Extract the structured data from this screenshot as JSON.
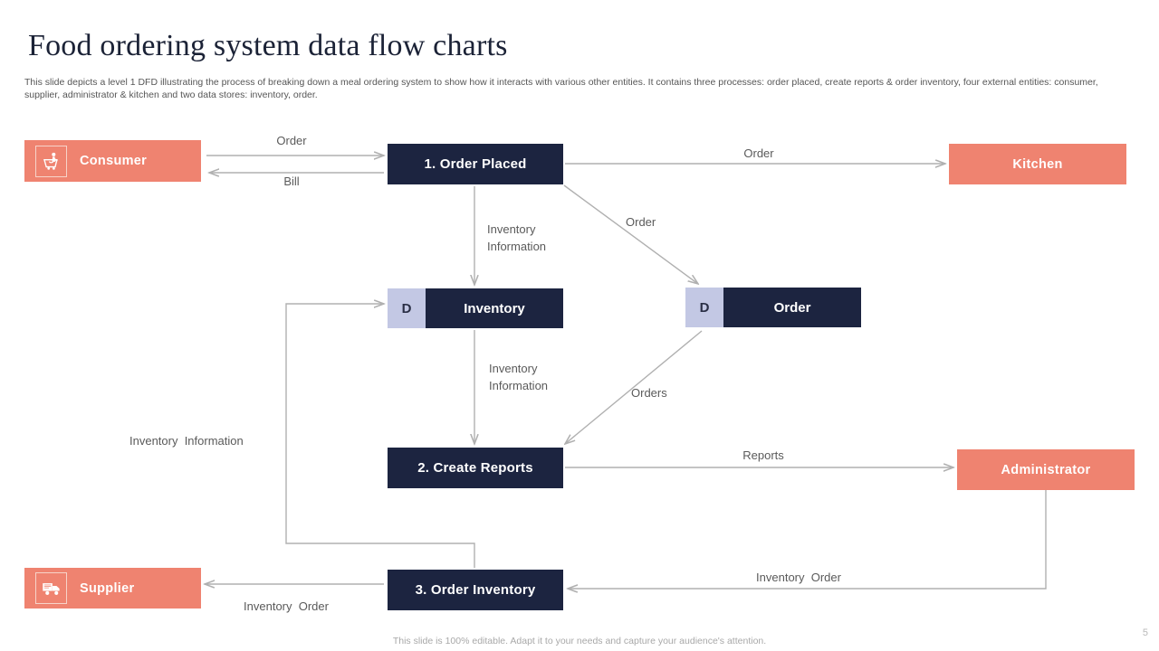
{
  "header": {
    "title": "Food ordering system data flow charts",
    "subtitle": "This slide depicts a level 1 DFD illustrating the process of breaking down a meal ordering system to show how it interacts with various other entities. It contains three processes: order placed, create reports & order inventory, four external entities: consumer, supplier, administrator & kitchen  and two data stores: inventory,  order."
  },
  "footer": {
    "note": "This slide is 100% editable. Adapt it to your needs and capture your audience's attention.",
    "page_number": "5"
  },
  "colors": {
    "entity": "#ef8370",
    "process": "#1c2440",
    "datastore_tag": "#c3c8e4",
    "connector": "#b0b0b0",
    "title": "#1b2236"
  },
  "diagram": {
    "type": "data-flow-diagram",
    "level": "1",
    "entities": [
      {
        "id": "consumer",
        "label": "Consumer",
        "icon": "shopping-cart-person-icon"
      },
      {
        "id": "kitchen",
        "label": "Kitchen",
        "icon": ""
      },
      {
        "id": "administrator",
        "label": "Administrator",
        "icon": ""
      },
      {
        "id": "supplier",
        "label": "Supplier",
        "icon": "delivery-truck-icon"
      }
    ],
    "processes": [
      {
        "id": "order-placed",
        "label": "1. Order Placed"
      },
      {
        "id": "create-reports",
        "label": "2. Create Reports"
      },
      {
        "id": "order-inventory",
        "label": "3. Order Inventory"
      }
    ],
    "datastores": [
      {
        "id": "ds-inventory",
        "tag": "D",
        "label": "Inventory"
      },
      {
        "id": "ds-order",
        "tag": "D",
        "label": "Order"
      }
    ],
    "flows": [
      {
        "id": "consumer-order",
        "label": "Order",
        "from": "consumer",
        "to": "order-placed"
      },
      {
        "id": "order-placed-bill",
        "label": "Bill",
        "from": "order-placed",
        "to": "consumer"
      },
      {
        "id": "kitchen-order",
        "label": "Order",
        "from": "order-placed",
        "to": "kitchen"
      },
      {
        "id": "inv-info-1",
        "label": "Inventory\nInformation",
        "from": "order-placed",
        "to": "ds-inventory"
      },
      {
        "id": "order-to-ds",
        "label": "Order",
        "from": "order-placed",
        "to": "ds-order"
      },
      {
        "id": "inv-info-2",
        "label": "Inventory\nInformation",
        "from": "ds-inventory",
        "to": "create-reports"
      },
      {
        "id": "orders-to-reports",
        "label": "Orders",
        "from": "ds-order",
        "to": "create-reports"
      },
      {
        "id": "reports-to-admin",
        "label": "Reports",
        "from": "create-reports",
        "to": "administrator"
      },
      {
        "id": "inv-info-3",
        "label": "Inventory  Information",
        "from": "order-inventory",
        "to": "ds-inventory"
      },
      {
        "id": "inv-order-supplier",
        "label": "Inventory  Order",
        "from": "order-inventory",
        "to": "supplier"
      },
      {
        "id": "inv-order-admin",
        "label": "Inventory  Order",
        "from": "administrator",
        "to": "order-inventory"
      }
    ]
  }
}
